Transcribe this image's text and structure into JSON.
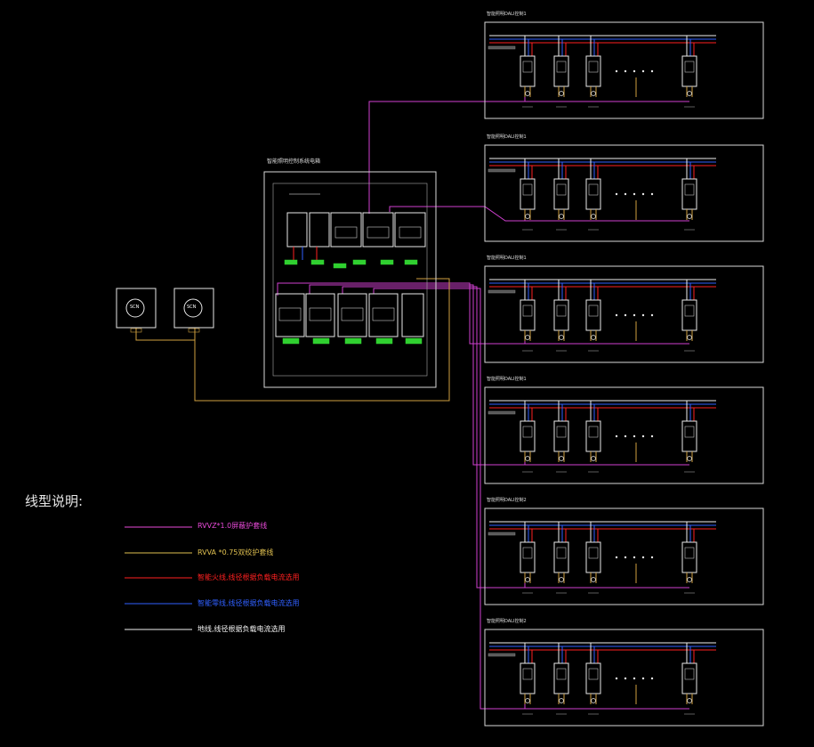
{
  "cabinet": {
    "title": "智能照明控制系统电箱"
  },
  "branch_boxes": [
    {
      "title": "智能照明DALI控制1"
    },
    {
      "title": "智能照明DALI控制1"
    },
    {
      "title": "智能照明DALI控制1"
    },
    {
      "title": "智能照明DALI控制1"
    },
    {
      "title": "智能照明DALI控制2"
    },
    {
      "title": "智能照明DALI控制2"
    }
  ],
  "panels": [
    {
      "text": "SCN"
    },
    {
      "text": "SCN"
    }
  ],
  "legend": {
    "title": "线型说明:",
    "items": [
      {
        "label": "RVVZ*1.0屏蔽护套线",
        "color": "#e84ad8"
      },
      {
        "label": "RVVA *0.75双绞护套线",
        "color": "#e0c050"
      },
      {
        "label": "智能火线,线径根据负载电流选用",
        "color": "#ff2020"
      },
      {
        "label": "智能零线,线径根据负载电流选用",
        "color": "#3060ff"
      },
      {
        "label": "地线,线径根据负载电流选用",
        "color": "#f2f2f2"
      }
    ]
  },
  "colors": {
    "bus": "#d040d0",
    "dali": "#d0a040",
    "live": "#ff2020",
    "neutral": "#3060ff",
    "earth": "#f0f0f0",
    "device": "#e8e8e8",
    "terminal": "#30d030",
    "outline": "#d8d8d8"
  }
}
